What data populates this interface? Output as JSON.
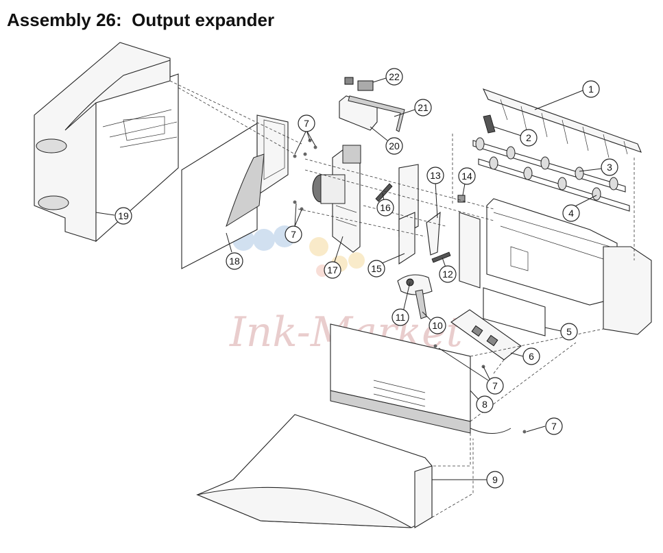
{
  "title": "Assembly 26:  Output expander",
  "watermark": "Ink-Market",
  "callouts": [
    "1",
    "2",
    "3",
    "4",
    "5",
    "6",
    "7",
    "8",
    "9",
    "10",
    "11",
    "12",
    "13",
    "14",
    "15",
    "16",
    "17",
    "18",
    "19",
    "20",
    "21",
    "22"
  ]
}
